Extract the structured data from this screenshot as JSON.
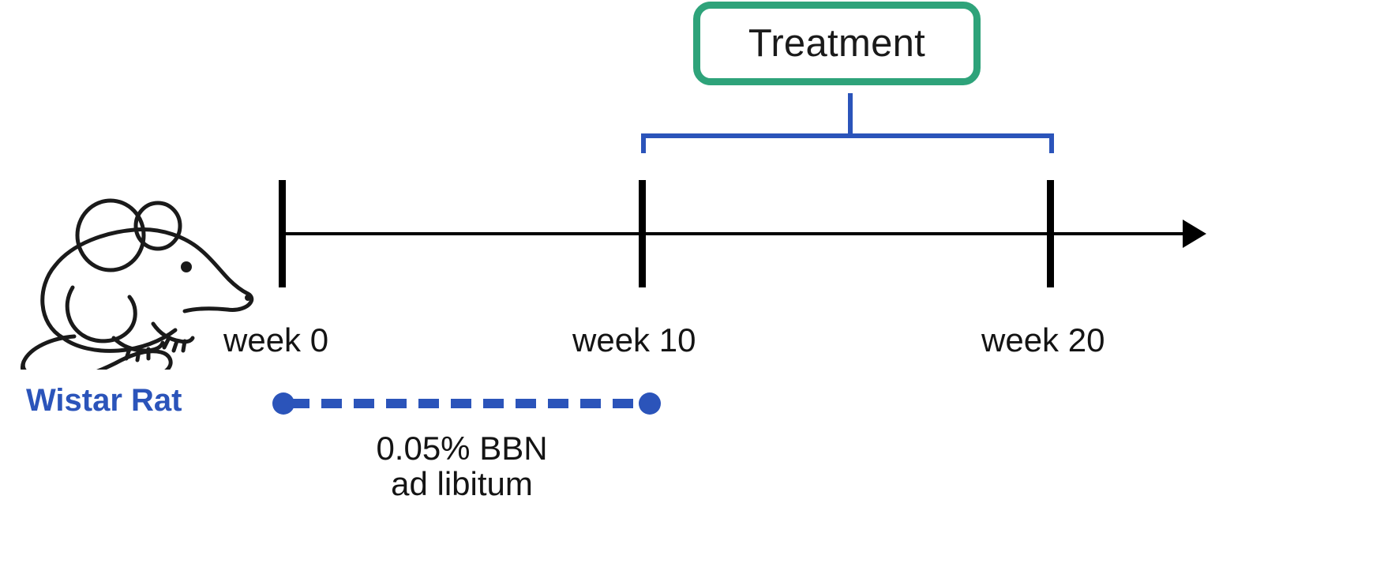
{
  "diagram": {
    "title": "Wistar Rat BBN bladder carcinogenesis experimental timeline",
    "colors": {
      "treatment_box_border": "#2ea37a",
      "bracket_blue": "#2b54ba",
      "timeline_black": "#000000",
      "wistar_blue": "#2b54ba",
      "bbn_dash_blue": "#2b54ba"
    }
  },
  "treatment": {
    "label": "Treatment"
  },
  "timeline": {
    "ticks": [
      {
        "id": "week-0",
        "label": "week 0"
      },
      {
        "id": "week-10",
        "label": "week 10"
      },
      {
        "id": "week-20",
        "label": "week 20"
      }
    ]
  },
  "animal": {
    "species_label": "Wistar Rat",
    "icon": "rat-illustration"
  },
  "bbn": {
    "line1": "0.05% BBN",
    "line2": "ad libitum"
  },
  "chart_data": {
    "type": "timeline",
    "title": "Wistar Rat BBN experimental timeline",
    "xlabel": "",
    "ylabel": "",
    "x_unit": "weeks",
    "xlim": [
      0,
      22
    ],
    "grid": false,
    "legend": "none",
    "tick_values": [
      0,
      10,
      20
    ],
    "tick_labels": [
      "week 0",
      "week 10",
      "week 20"
    ],
    "intervals": [
      {
        "name": "0.05% BBN ad libitum",
        "start_week": 0,
        "end_week": 10,
        "style": "dashed",
        "color": "#2b54ba",
        "endpoint_markers": "filled-circle",
        "row": "below-axis"
      },
      {
        "name": "Treatment",
        "start_week": 10,
        "end_week": 20,
        "style": "bracket",
        "color": "#2b54ba",
        "label_box_color": "#2ea37a",
        "row": "above-axis"
      }
    ],
    "annotations": [
      {
        "text": "Treatment",
        "position": "above-axis-center-of-bracket"
      },
      {
        "text": "Wistar Rat",
        "position": "left-of-axis-below"
      },
      {
        "text": "0.05% BBN",
        "position": "below-dashed-interval"
      },
      {
        "text": "ad libitum",
        "position": "below-dashed-interval"
      }
    ]
  }
}
